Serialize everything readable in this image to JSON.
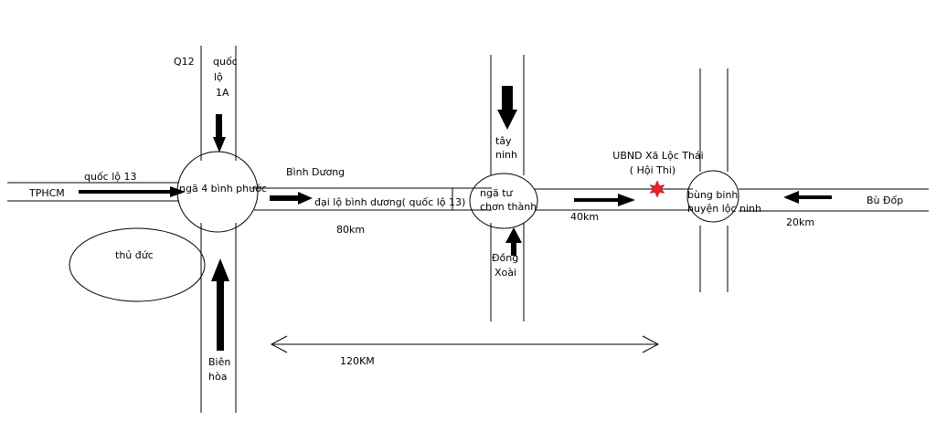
{
  "labels": {
    "q12": "Q12",
    "ql1a_1": "quốc",
    "ql1a_2": "lộ",
    "ql1a_3": "1A",
    "ql13_left": "quốc lộ 13",
    "tphcm": "TPHCM",
    "nga4": "ngã 4 bình phước",
    "binhduong": "Bình Dương",
    "dailo": "đại lộ bình dương( quốc lộ 13)",
    "km80": "80km",
    "thuduc": "thủ đức",
    "bienhoa_1": "Biên",
    "bienhoa_2": "hòa",
    "tayninh_1": "tây",
    "tayninh_2": "ninh",
    "chonthanh_1": "ngã tư",
    "chonthanh_2": "chơn thành",
    "dongxoai_1": "Đồng",
    "dongxoai_2": "Xoài",
    "km40": "40km",
    "ubnd_1": "UBND Xã Lộc Thái",
    "ubnd_2": "( Hội Thi)",
    "locninh_1": "bùng binh",
    "locninh_2": "huyện lộc ninh",
    "budop": "Bù Đốp",
    "km20": "20km",
    "km120": "120KM"
  },
  "colors": {
    "road": "#000000",
    "background": "#ffffff",
    "marker": "#e8232b"
  },
  "icons": {
    "destination_marker": "star-icon",
    "direction": "arrow-icon"
  }
}
